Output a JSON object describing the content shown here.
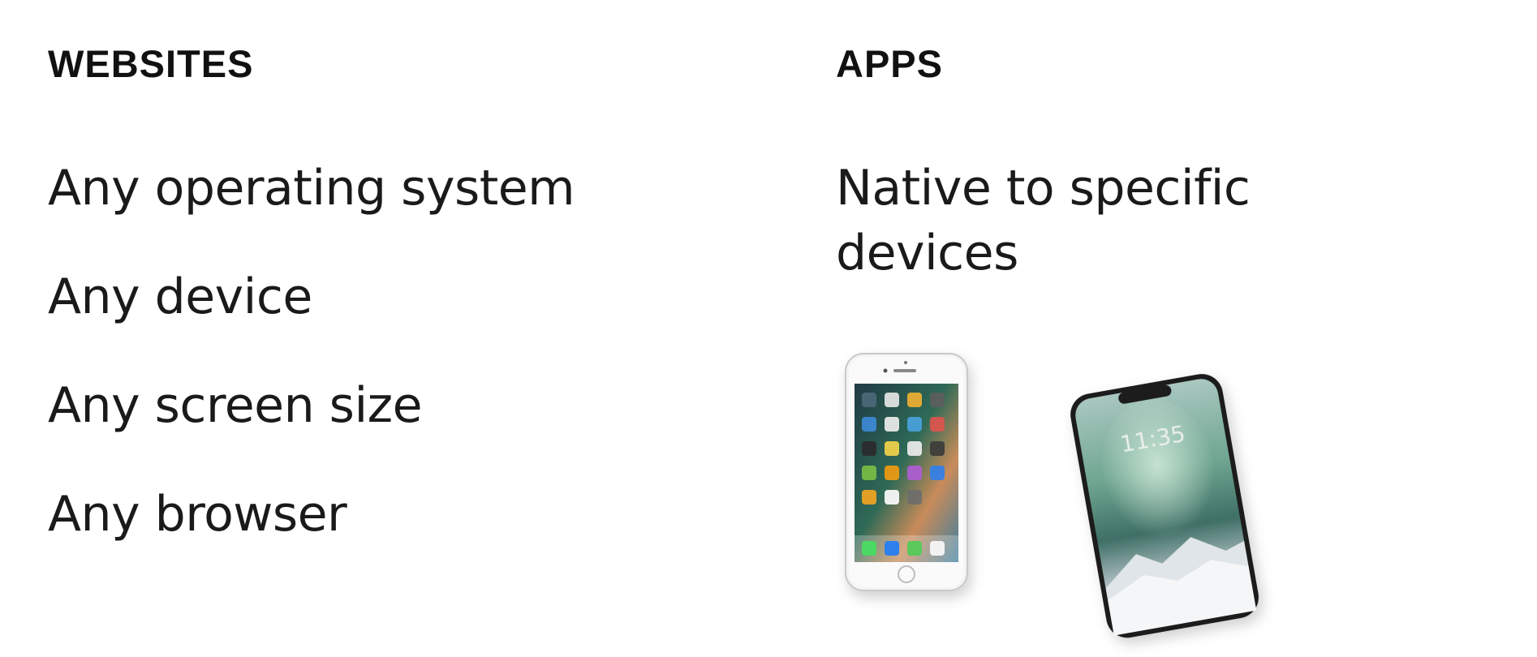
{
  "websites": {
    "heading": "WEBSITES",
    "items": [
      "Any operating system",
      "Any device",
      "Any screen size",
      "Any browser"
    ]
  },
  "apps": {
    "heading": "APPS",
    "description": "Native to specific devices",
    "phone_time": "11:35"
  }
}
